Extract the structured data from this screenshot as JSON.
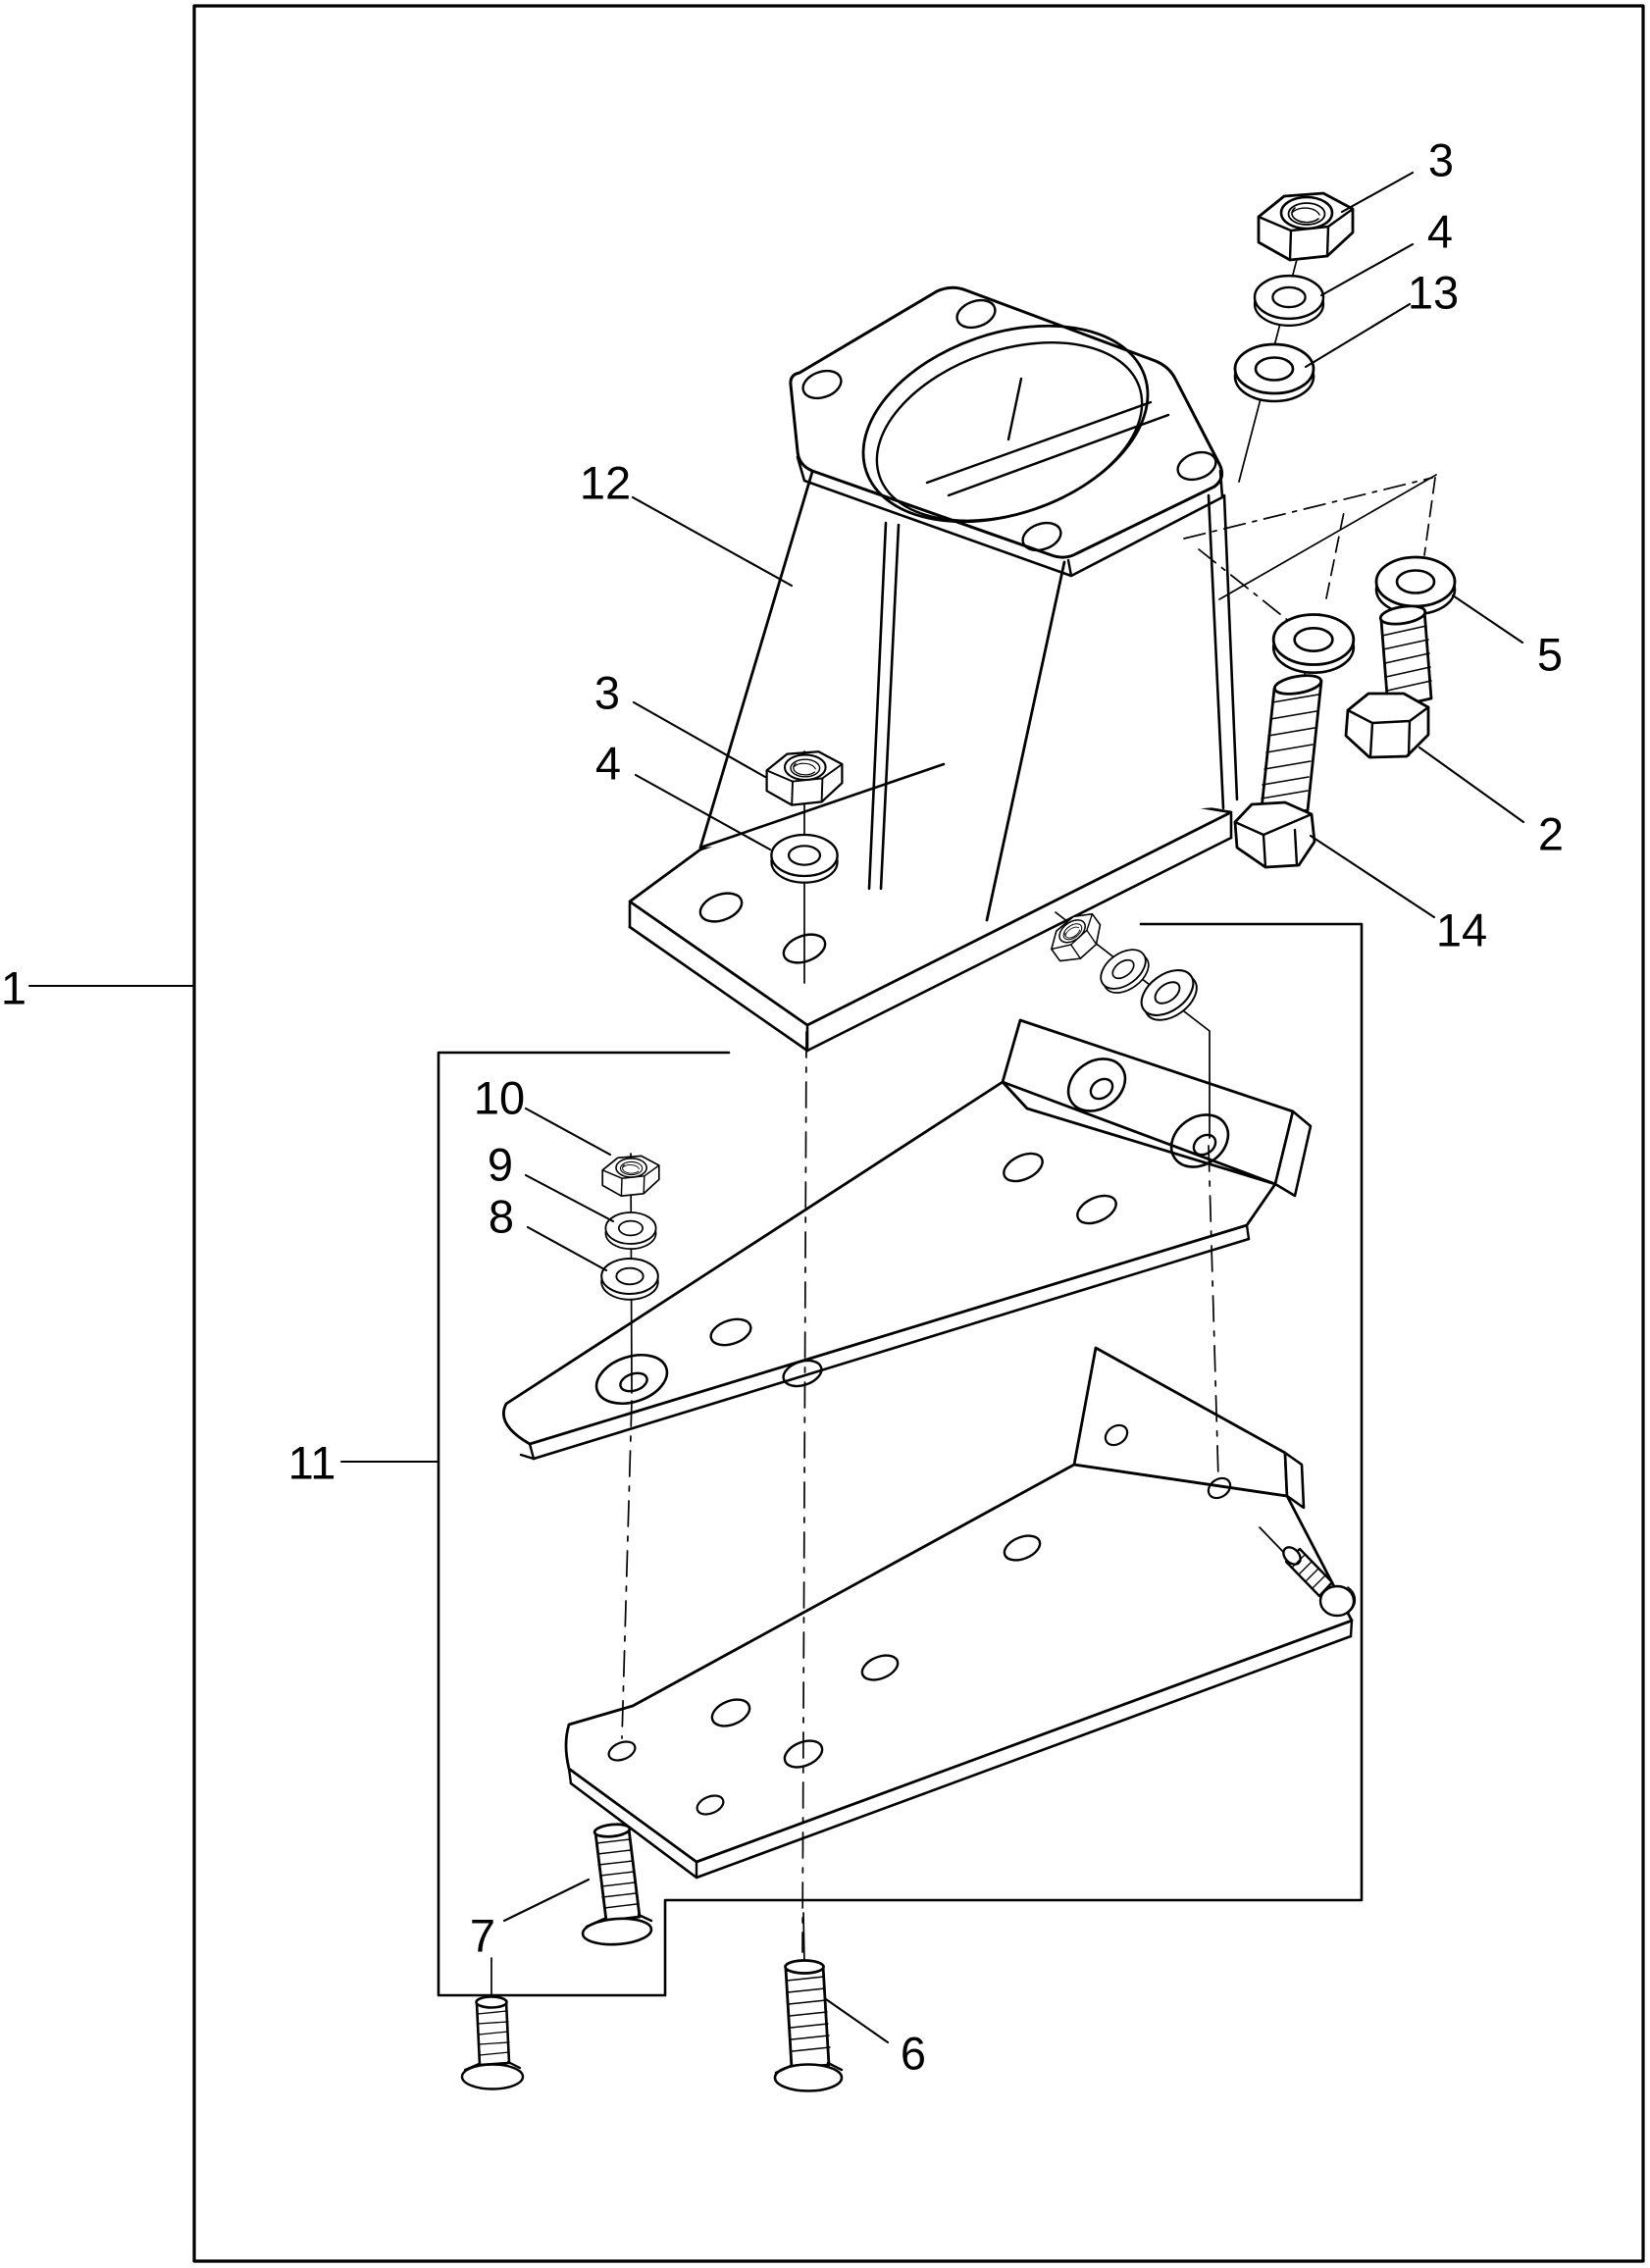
{
  "page": {
    "background_color": "#ffffff",
    "line_color": "#000000",
    "type": "exploded-parts-diagram"
  },
  "callouts": [
    {
      "text": "1"
    },
    {
      "text": "2"
    },
    {
      "text": "3"
    },
    {
      "text": "4"
    },
    {
      "text": "5"
    },
    {
      "text": "6"
    },
    {
      "text": "7"
    },
    {
      "text": "8"
    },
    {
      "text": "9"
    },
    {
      "text": "10"
    },
    {
      "text": "11"
    },
    {
      "text": "12"
    },
    {
      "text": "13"
    },
    {
      "text": "14"
    },
    {
      "text": "3"
    },
    {
      "text": "4"
    }
  ]
}
